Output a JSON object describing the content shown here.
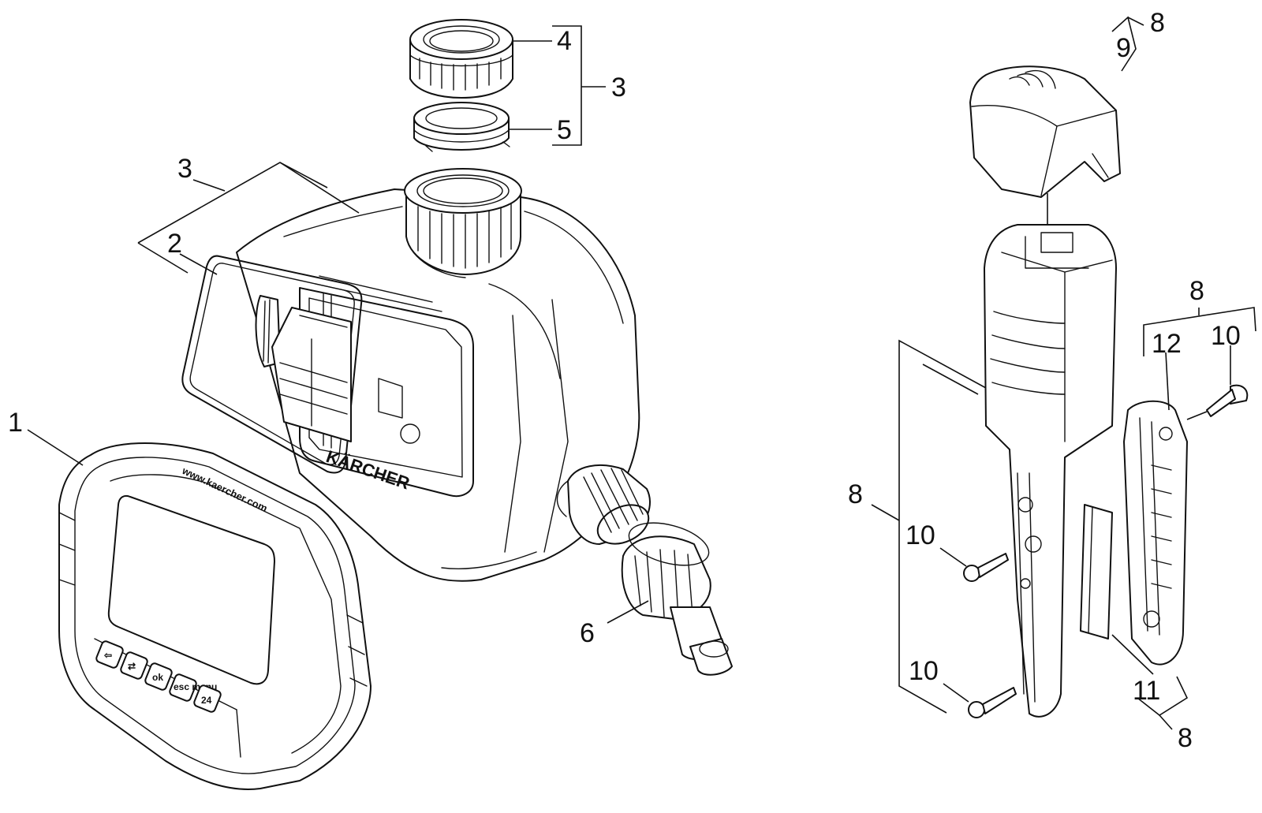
{
  "diagram": {
    "callouts": {
      "p1": "1",
      "p2": "2",
      "p3a": "3",
      "p3b": "3",
      "p4": "4",
      "p5": "5",
      "p6": "6",
      "p8a": "8",
      "p8b": "8",
      "p8c": "8",
      "p8d": "8",
      "p9": "9",
      "p10a": "10",
      "p10b": "10",
      "p10c": "10",
      "p11": "11",
      "p12": "12"
    },
    "printed": {
      "website": "www.kaercher.com",
      "brand": "KÄRCHER"
    },
    "buttons": {
      "back": "⇦",
      "arrows": "⇄",
      "ok": "ok",
      "esc_menu": "esc menu",
      "pause": "24"
    },
    "colors": {
      "line": "#111111",
      "background": "#ffffff"
    }
  }
}
